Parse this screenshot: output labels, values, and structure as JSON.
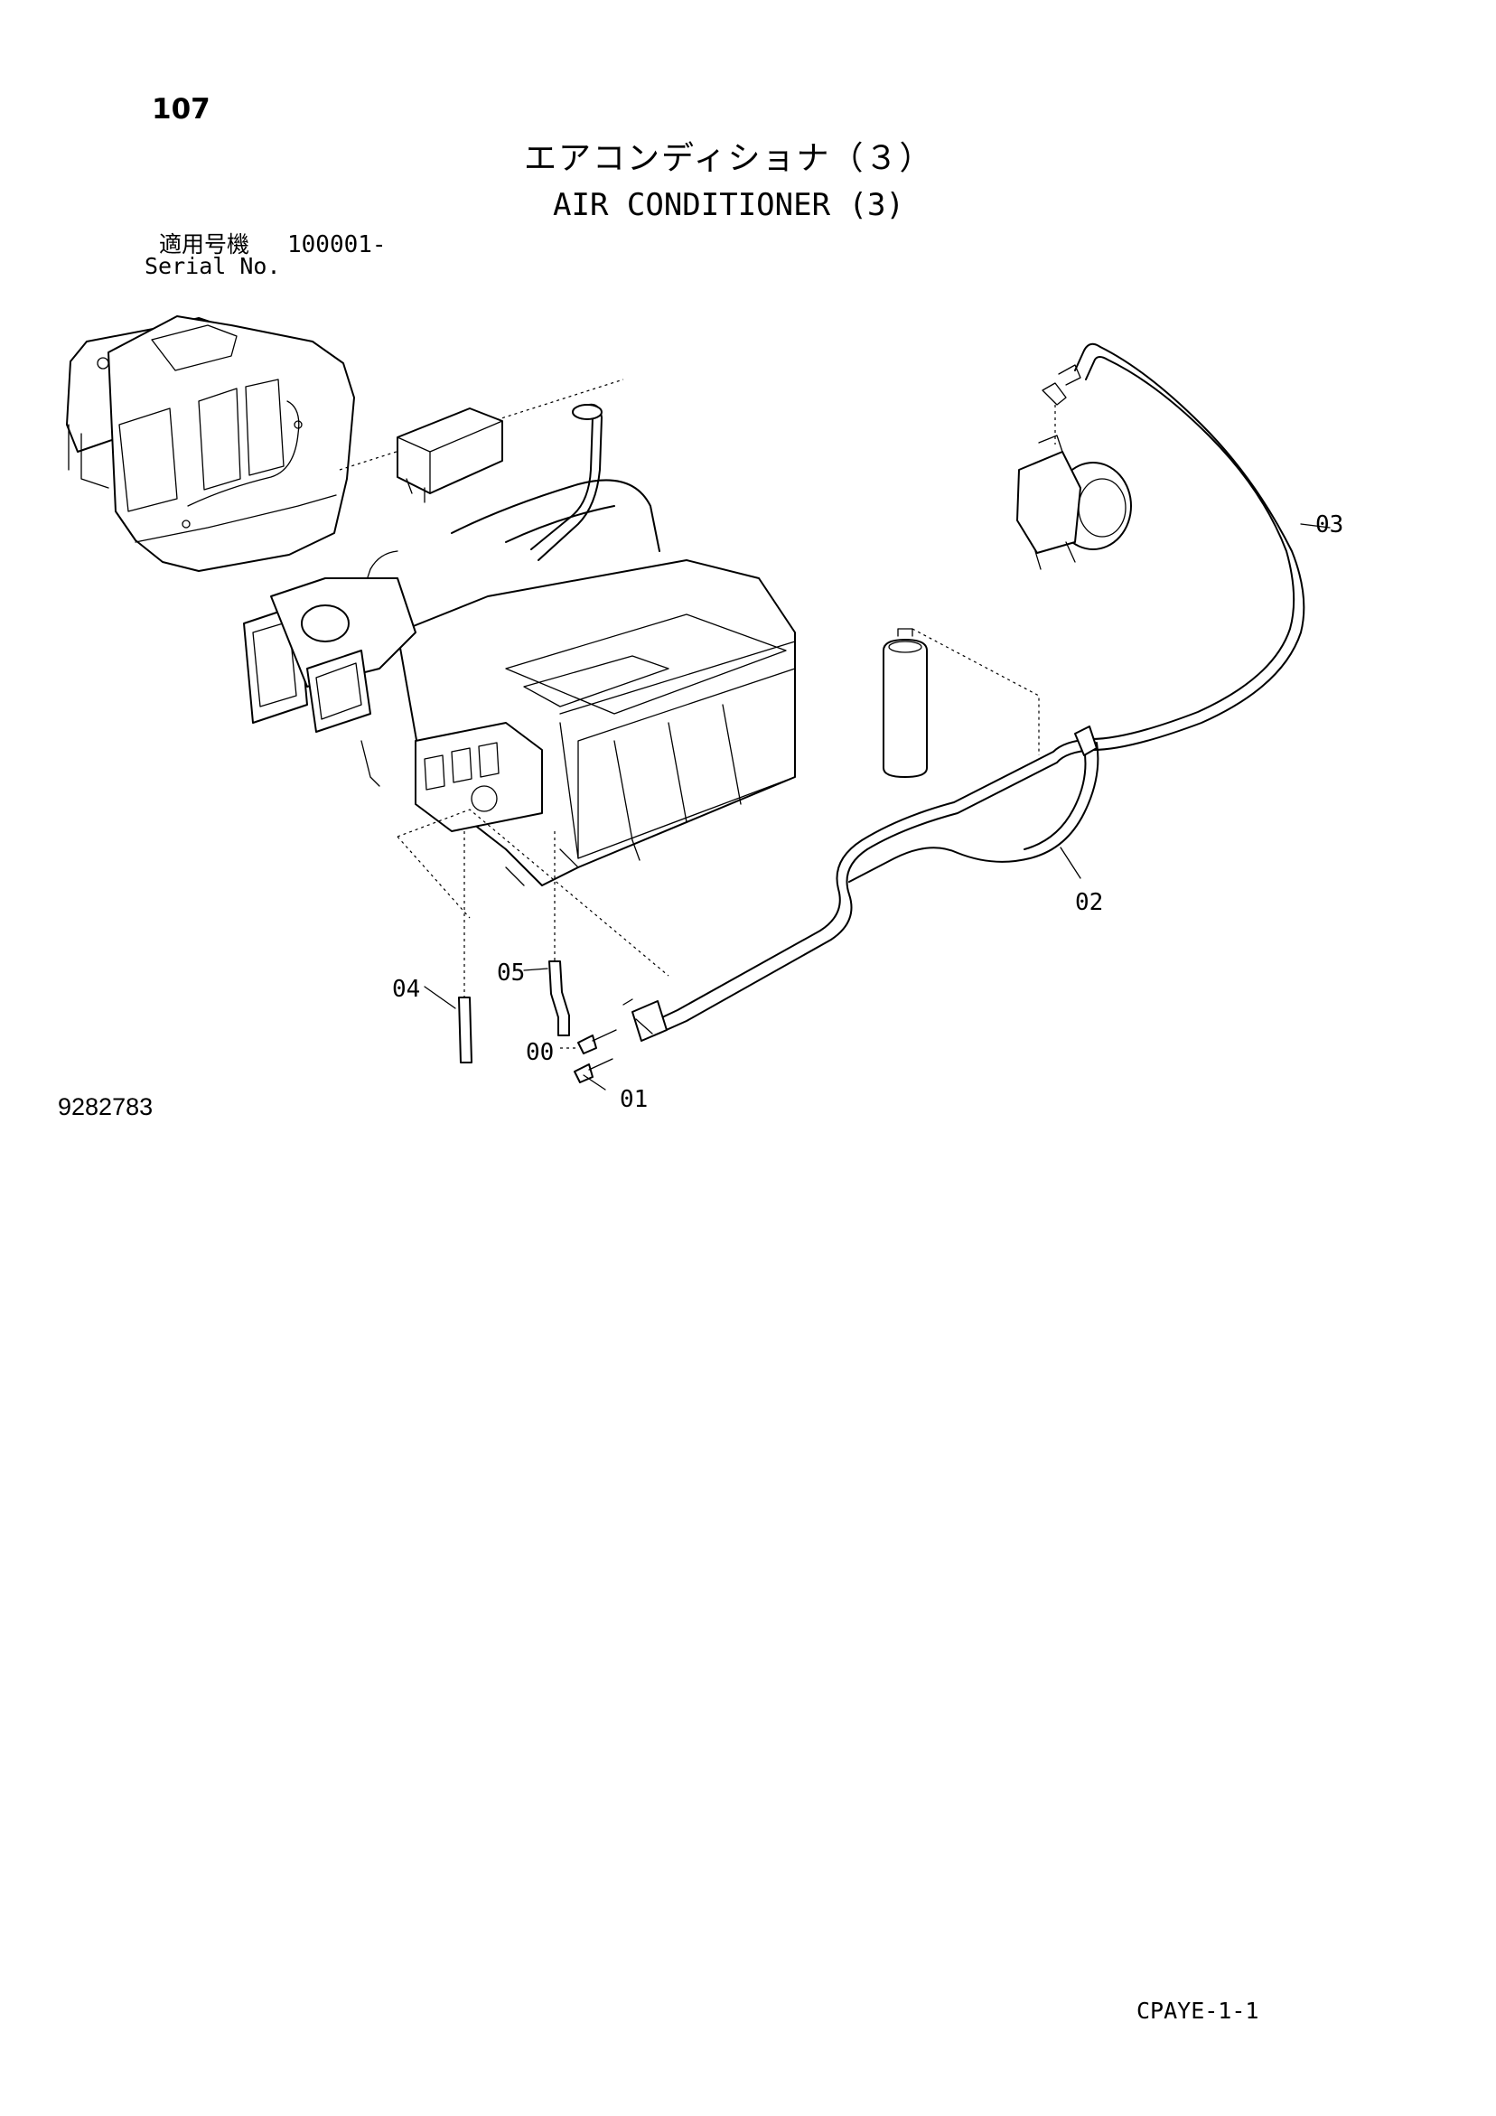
{
  "page": {
    "number": "107",
    "title_jp": "エアコンディショナ（３）",
    "title_en": "AIR CONDITIONER (3)",
    "serial_label_jp": "適用号機",
    "serial_range": "100001-",
    "serial_label_en": "Serial No.",
    "drawing_number": "9282783",
    "footer_code": "CPAYE-1-1"
  },
  "callouts": [
    "00",
    "01",
    "02",
    "03",
    "04",
    "05"
  ]
}
